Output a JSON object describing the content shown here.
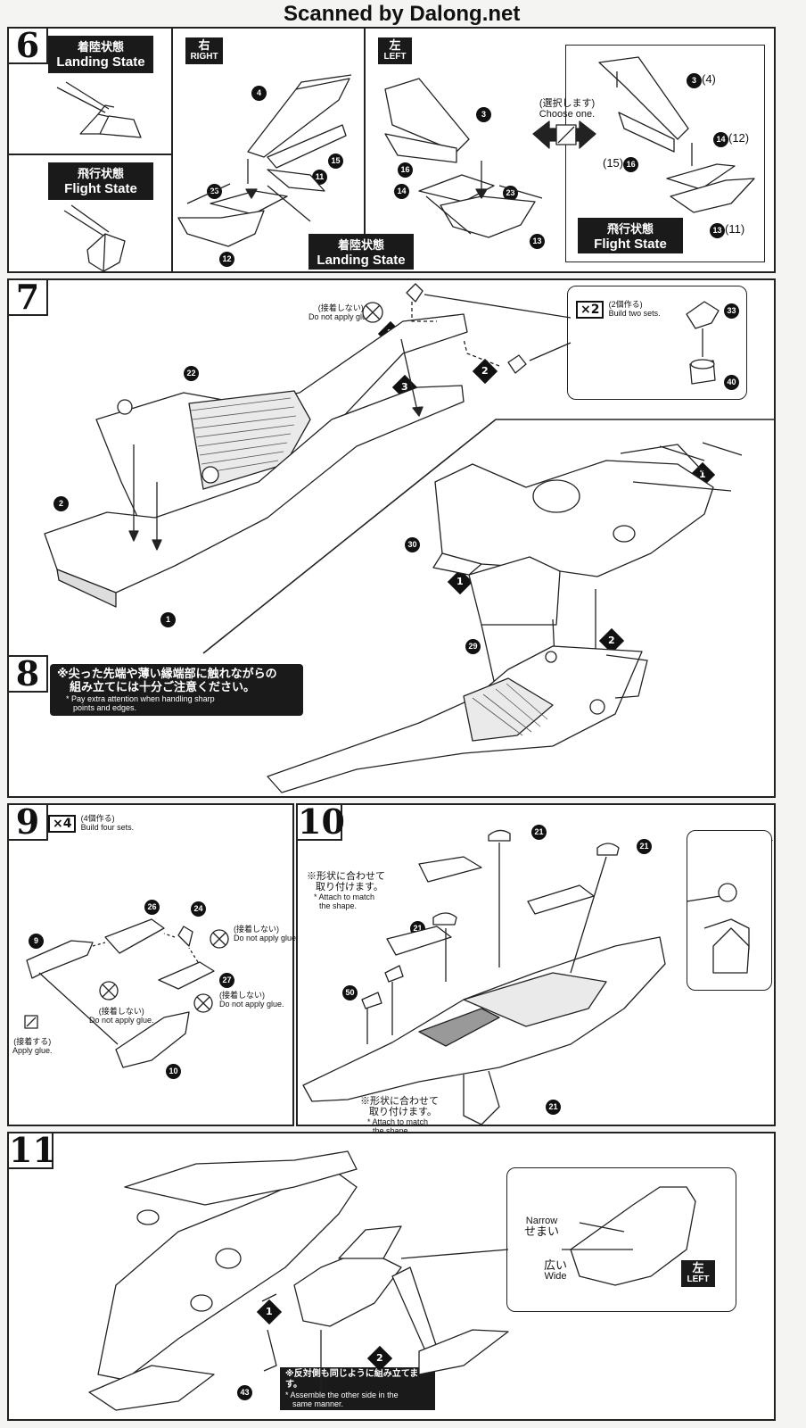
{
  "header": {
    "watermark": "Scanned by Dalong.net"
  },
  "step6": {
    "number": "6",
    "landing_jp": "着陸状態",
    "landing_en": "Landing State",
    "flight_jp": "飛行状態",
    "flight_en": "Flight State",
    "right_jp": "右",
    "right_en": "RIGHT",
    "left_jp": "左",
    "left_en": "LEFT",
    "choose_jp": "(選択します)",
    "choose_en": "Choose one.",
    "bottom_landing_jp": "着陸状態",
    "bottom_landing_en": "Landing State",
    "inset_flight_jp": "飛行状態",
    "inset_flight_en": "Flight State",
    "parts": {
      "p4": "4",
      "p15": "15",
      "p11": "11",
      "p23": "23",
      "p12": "12",
      "p3": "3",
      "p16": "16",
      "p14": "14",
      "p13": "13",
      "inset_3_4": "(4)",
      "inset_14_12": "(12)",
      "inset_15": "(15)",
      "inset_13_11": "(11)",
      "p23b": "23"
    }
  },
  "step7": {
    "number": "7",
    "no_glue_jp": "(接着しない)",
    "no_glue_en": "Do not apply glue.",
    "build_two_mult": "×2",
    "build_two_jp": "(2個作る)",
    "build_two_en": "Build two sets.",
    "parts": {
      "p22": "22",
      "p2": "2",
      "p1": "1",
      "p33": "33",
      "p40": "40"
    },
    "arrows": {
      "a1": "1",
      "a2": "2",
      "a3": "3",
      "a2b": "2"
    }
  },
  "step8": {
    "number": "8",
    "warn_jp1": "※尖った先端や薄い縁端部に触れながらの",
    "warn_jp2": "組み立てには十分ご注意ください。",
    "warn_en1": "* Pay extra attention when handling sharp",
    "warn_en2": "points and edges.",
    "parts": {
      "p30": "30",
      "p29": "29"
    },
    "arrows": {
      "a1": "1",
      "a1b": "1",
      "a2": "2"
    }
  },
  "step9": {
    "number": "9",
    "mult": "×4",
    "mult_jp": "(4個作る)",
    "mult_en": "Build four sets.",
    "no_glue_jp": "(接着しない)",
    "no_glue_en": "Do not apply glue.",
    "apply_glue_jp": "(接着する)",
    "apply_glue_en": "Apply glue.",
    "parts": {
      "p9": "9",
      "p26": "26",
      "p24": "24",
      "p27": "27",
      "p10": "10"
    }
  },
  "step10": {
    "number": "10",
    "attach_jp1": "※形状に合わせて",
    "attach_jp2": "取り付けます。",
    "attach_en1": "* Attach to match",
    "attach_en2": "the shape.",
    "parts": {
      "p21": "21",
      "p50": "50"
    }
  },
  "step11": {
    "number": "11",
    "narrow_en": "Narrow",
    "narrow_jp": "せまい",
    "wide_jp": "広い",
    "wide_en": "Wide",
    "left_jp": "左",
    "left_en": "LEFT",
    "other_side_jp": "※反対側も同じように組み立てます。",
    "other_side_en1": "* Assemble the other side in the",
    "other_side_en2": "same manner.",
    "parts": {
      "p43": "43"
    },
    "arrows": {
      "a1": "1",
      "a2": "2"
    }
  }
}
